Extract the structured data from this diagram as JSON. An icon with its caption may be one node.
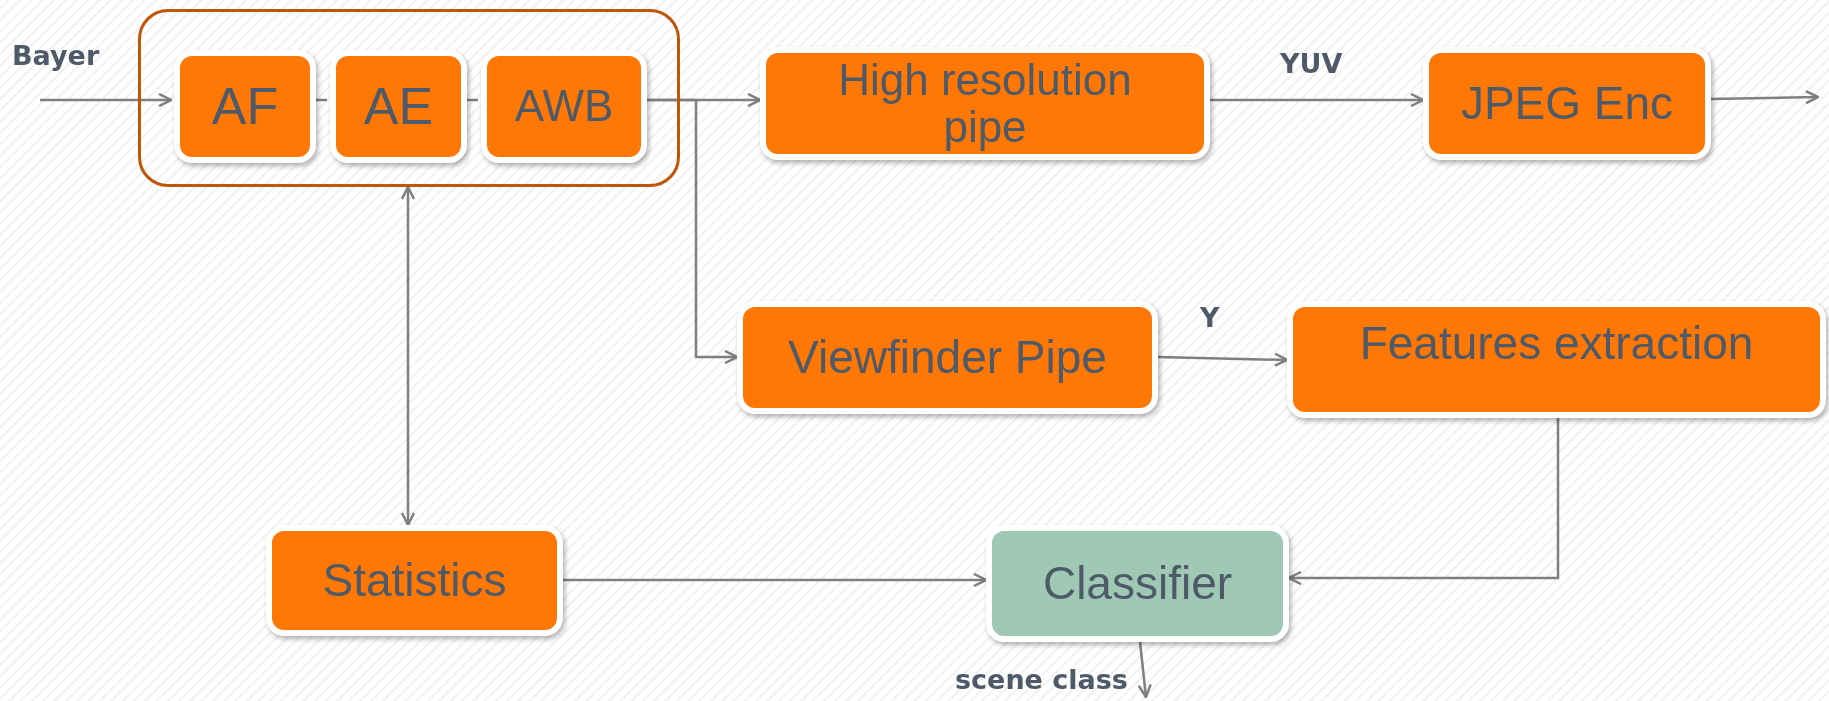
{
  "diagram": {
    "nodes": [
      {
        "text": [],
        "shape": "box"
      },
      {
        "text": [
          "AF"
        ],
        "in": 0
      },
      {
        "text": [
          "AE"
        ],
        "in": 0
      },
      {
        "text": [
          "AWB"
        ],
        "in": 0
      },
      {
        "text": [
          "High resolution pipe"
        ]
      },
      {
        "text": [
          "JPEG Enc"
        ]
      },
      {
        "text": [
          "Viewfinder Pipe"
        ]
      },
      {
        "text": [
          "Features extraction"
        ]
      },
      {
        "text": [
          "Statistics"
        ]
      },
      {
        "text": [
          "Classifier"
        ]
      }
    ],
    "edges": [
      {
        "from": null,
        "to": 1,
        "arrow": "to",
        "label": "Bayer"
      },
      {
        "from": 1,
        "to": 2,
        "arrow": "none"
      },
      {
        "from": 2,
        "to": 3,
        "arrow": "none"
      },
      {
        "from": 3,
        "to": 4,
        "arrow": "to"
      },
      {
        "from": 3,
        "to": 6,
        "arrow": "to"
      },
      {
        "from": 4,
        "to": 5,
        "arrow": "to",
        "label": "YUV"
      },
      {
        "from": 5,
        "to": null,
        "arrow": "to"
      },
      {
        "from": 6,
        "to": 7,
        "arrow": "to",
        "label": "Y"
      },
      {
        "from": 0,
        "to": 8,
        "arrow": "both"
      },
      {
        "from": 8,
        "to": 9,
        "arrow": "to"
      },
      {
        "from": 7,
        "to": 9,
        "arrow": "to"
      },
      {
        "from": 9,
        "to": null,
        "arrow": "to",
        "label": "scene class"
      }
    ]
  }
}
